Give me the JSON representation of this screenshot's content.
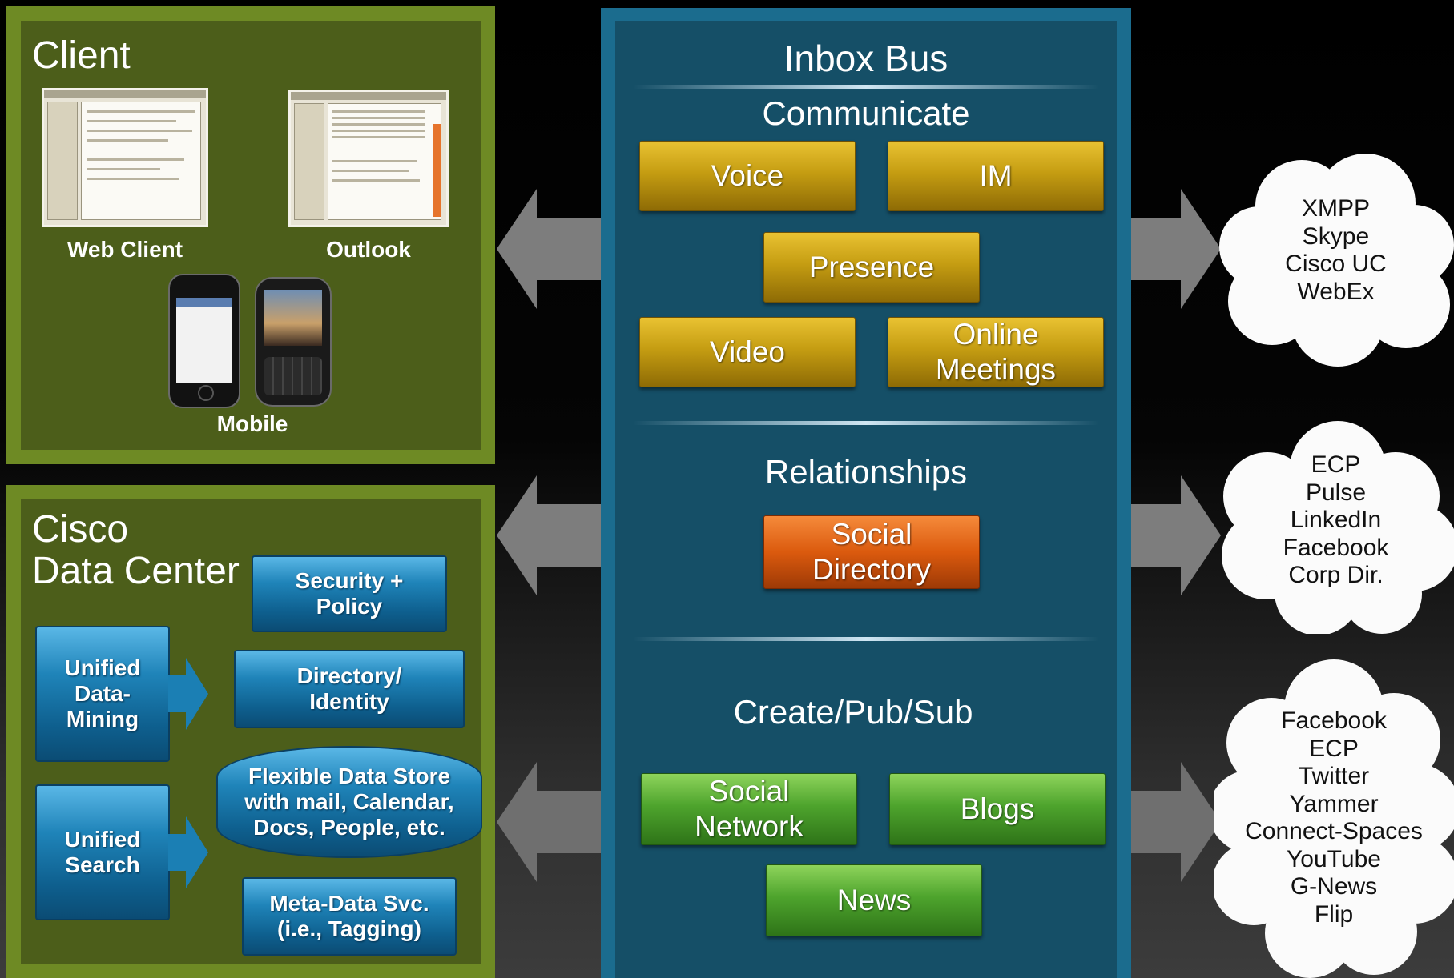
{
  "client": {
    "title": "Client",
    "web_client_label": "Web Client",
    "outlook_label": "Outlook",
    "mobile_label": "Mobile"
  },
  "datacenter": {
    "title": "Cisco\nData Center",
    "security_policy": "Security +\nPolicy",
    "directory_identity": "Directory/\nIdentity",
    "data_store": "Flexible Data Store\nwith mail, Calendar,\nDocs, People, etc.",
    "meta_data": "Meta-Data Svc.\n(i.e., Tagging)",
    "unified_data_mining": "Unified\nData-\nMining",
    "unified_search": "Unified\nSearch"
  },
  "bus": {
    "title": "Inbox Bus",
    "communicate": {
      "heading": "Communicate",
      "voice": "Voice",
      "im": "IM",
      "presence": "Presence",
      "video": "Video",
      "online_meetings": "Online\nMeetings"
    },
    "relationships": {
      "heading": "Relationships",
      "social_directory": "Social\nDirectory"
    },
    "create": {
      "heading": "Create/Pub/Sub",
      "social_network": "Social\nNetwork",
      "blogs": "Blogs",
      "news": "News"
    }
  },
  "clouds": {
    "communicate": [
      "XMPP",
      "Skype",
      "Cisco UC",
      "WebEx"
    ],
    "relationships": [
      "ECP",
      "Pulse",
      "LinkedIn",
      "Facebook",
      "Corp Dir."
    ],
    "create": [
      "Facebook",
      "ECP",
      "Twitter",
      "Yammer",
      "Connect-Spaces",
      "YouTube",
      "G-News",
      "Flip"
    ]
  },
  "colors": {
    "panel_green": "#6e8a24",
    "bus_blue": "#1b6c8e",
    "tile_gold": "#c59d12",
    "tile_orange": "#db5a0e",
    "tile_green": "#4ea42d",
    "arrow_grey": "#7d7d7d"
  }
}
